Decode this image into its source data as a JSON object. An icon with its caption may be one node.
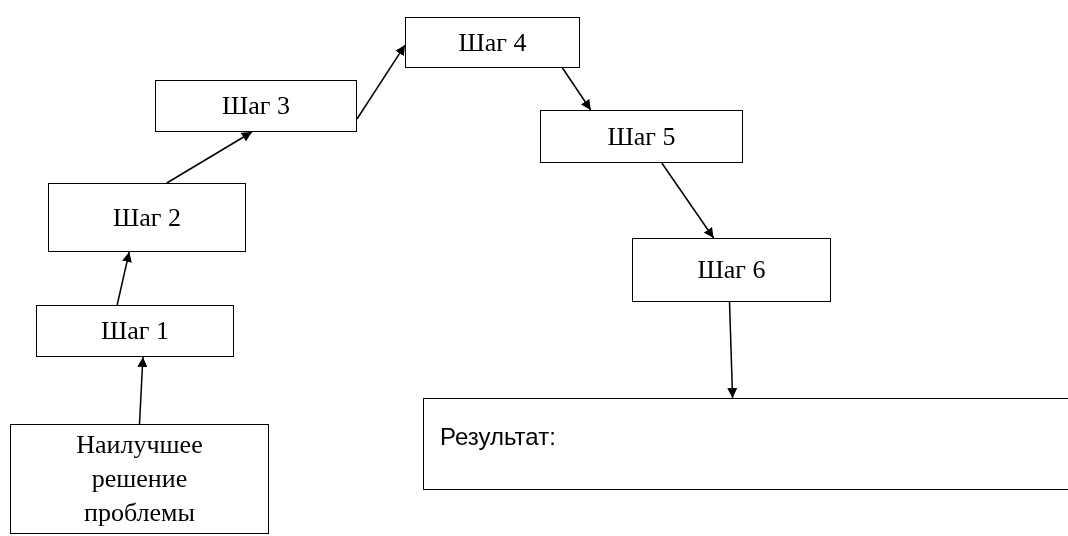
{
  "diagram": {
    "nodes": [
      {
        "text": [
          "Наилучшее решение проблемы"
        ]
      },
      {
        "text": [
          "Шаг 1"
        ]
      },
      {
        "text": [
          "Шаг 2"
        ]
      },
      {
        "text": [
          "Шаг 3"
        ]
      },
      {
        "text": [
          "Шаг 4"
        ]
      },
      {
        "text": [
          "Шаг 5"
        ]
      },
      {
        "text": [
          "Шаг 6"
        ]
      },
      {
        "text": [
          "Результат:"
        ]
      }
    ],
    "edges": [
      {
        "from": 0,
        "to": 1,
        "arrow": "to"
      },
      {
        "from": 1,
        "to": 2,
        "arrow": "to"
      },
      {
        "from": 2,
        "to": 3,
        "arrow": "to"
      },
      {
        "from": 3,
        "to": 4,
        "arrow": "to"
      },
      {
        "from": 4,
        "to": 5,
        "arrow": "to"
      },
      {
        "from": 5,
        "to": 6,
        "arrow": "to"
      },
      {
        "from": 6,
        "to": 7,
        "arrow": "to"
      }
    ]
  }
}
